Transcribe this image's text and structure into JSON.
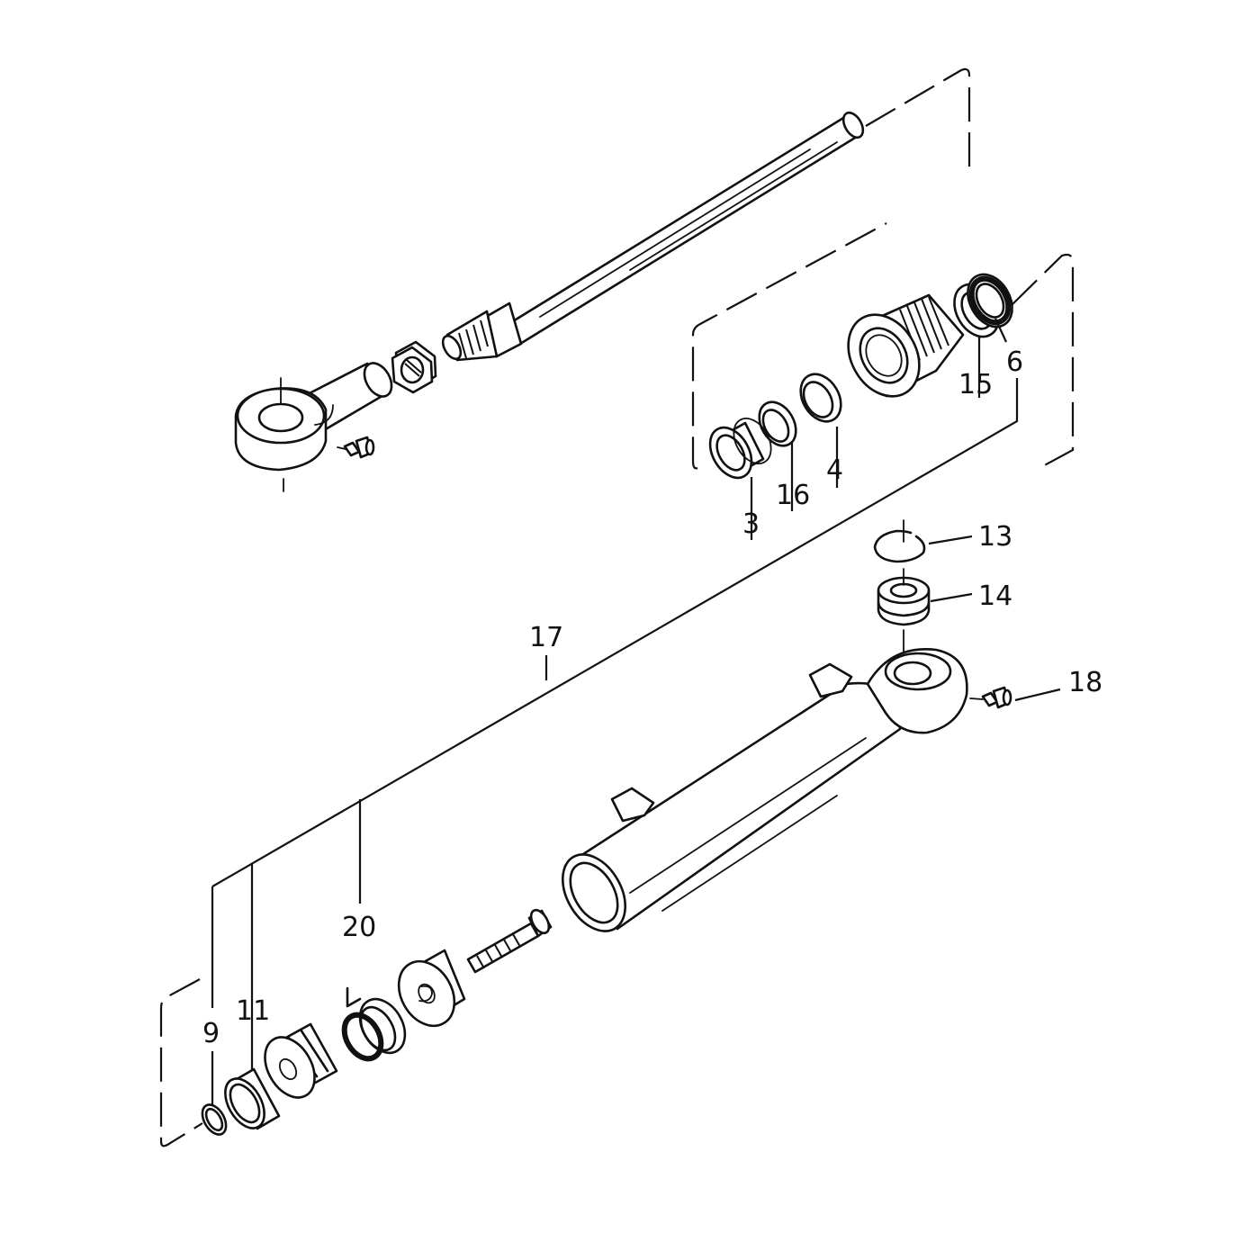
{
  "callouts": {
    "c3": "3",
    "c4": "4",
    "c6": "6",
    "c9": "9",
    "c11": "11",
    "c13": "13",
    "c14": "14",
    "c15": "15",
    "c16": "16",
    "c17": "17",
    "c18": "18",
    "c20": "20"
  }
}
